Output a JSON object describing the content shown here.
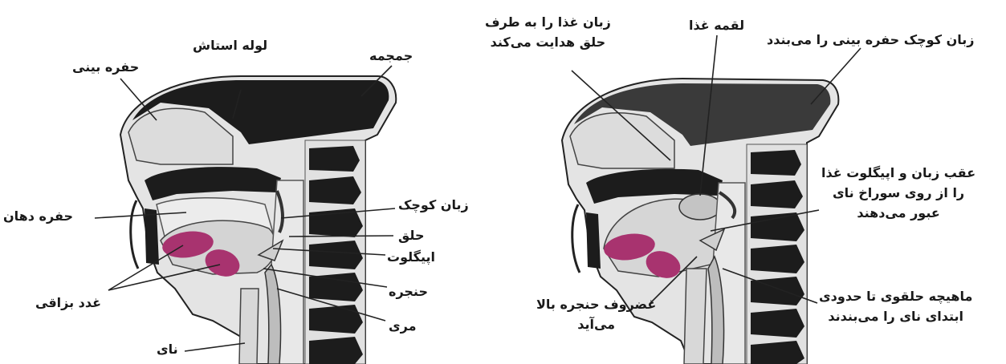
{
  "colors": {
    "bone": "#1c1c1c",
    "tissue": "#dedede",
    "tissue_dark": "#b9b9b9",
    "salivary": "#a8336f",
    "leader": "#222222"
  },
  "left_panel": {
    "nasal_cavity": "حفره بینی",
    "eustachian_tube": "لوله استاش",
    "skull": "جمجمه",
    "mouth_cavity": "حفره دهان",
    "uvula": "زبان کوچک",
    "pharynx": "حلق",
    "epiglottis": "اپیگلوت",
    "larynx": "حنجره",
    "esophagus": "مری",
    "salivary_glands": "غدد بزاقی",
    "trachea": "نای"
  },
  "right_panel": {
    "tongue_pushes_line1": "زبان غذا را به طرف",
    "tongue_pushes_line2": "حلق هدایت می‌کند",
    "food_bolus": "لقمه غذا",
    "uvula_closes": "زبان کوچک حفره بینی را می‌بندد",
    "epiglottis_line1": "عقب زبان و اپیگلوت غذا",
    "epiglottis_line2": "را از روی سوراخ نای",
    "epiglottis_line3": "عبور می‌دهند",
    "larynx_rises_line1": "غضروف حنجره بالا",
    "larynx_rises_line2": "می‌آید",
    "muscle_line1": "ماهیچه حلقوی تا حدودی",
    "muscle_line2": "ابتدای نای را می‌بندند"
  }
}
